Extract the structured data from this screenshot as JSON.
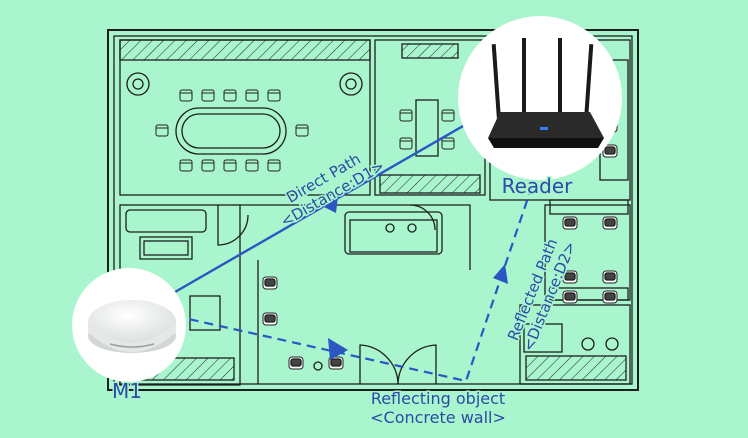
{
  "diagram": {
    "direct_path": {
      "line1": "Direct Path",
      "line2": "<Distance:D1>"
    },
    "reflected_path": {
      "line1": "Reflected Path",
      "line2": "<Distance:D2>"
    },
    "reader_label": "Reader",
    "tag_label": "M1",
    "reflector": {
      "line1": "Reflecting object",
      "line2": "<Concrete wall>"
    }
  },
  "colors": {
    "background": "#a9f5cd",
    "plan": "#1e1e1e",
    "path": "#2c4aa8"
  },
  "icons": [
    "router-icon",
    "sensor-puck-icon",
    "plant-icon",
    "door-arc-icon"
  ]
}
